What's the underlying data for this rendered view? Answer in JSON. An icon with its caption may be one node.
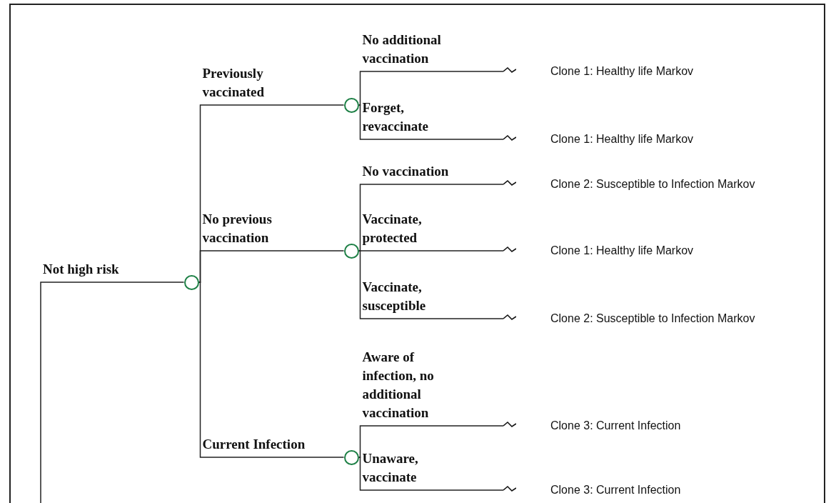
{
  "diagram": {
    "nodes": [
      {
        "text": [],
        "shape": "circle"
      },
      {
        "text": [],
        "shape": "circle"
      },
      {
        "text": [],
        "shape": "circle"
      },
      {
        "text": [],
        "shape": "circle"
      },
      {
        "text": [
          "Clone 1: Healthy life Markov"
        ]
      },
      {
        "text": [
          "Clone 1: Healthy life Markov"
        ]
      },
      {
        "text": [
          "Clone 2: Susceptible to Infection Markov"
        ]
      },
      {
        "text": [
          "Clone 1: Healthy life Markov"
        ]
      },
      {
        "text": [
          "Clone 2: Susceptible to Infection Markov"
        ]
      },
      {
        "text": [
          "Clone 3: Current Infection"
        ]
      },
      {
        "text": [
          "Clone 3: Current Infection"
        ]
      }
    ],
    "edges": [
      {
        "from": null,
        "to": 0,
        "arrow": "none",
        "label": "Not high risk"
      },
      {
        "from": 0,
        "to": 1,
        "arrow": "none",
        "label": "Previously vaccinated"
      },
      {
        "from": 0,
        "to": 2,
        "arrow": "none",
        "label": "No previous vaccination"
      },
      {
        "from": 0,
        "to": 3,
        "arrow": "none",
        "label": "Current Infection"
      },
      {
        "from": 1,
        "to": 4,
        "arrow": "none",
        "label": "No additional vaccination"
      },
      {
        "from": 1,
        "to": 5,
        "arrow": "none",
        "label": "Forget, revaccinate"
      },
      {
        "from": 2,
        "to": 6,
        "arrow": "none",
        "label": "No vaccination"
      },
      {
        "from": 2,
        "to": 7,
        "arrow": "none",
        "label": "Vaccinate, protected"
      },
      {
        "from": 2,
        "to": 8,
        "arrow": "none",
        "label": "Vaccinate, susceptible"
      },
      {
        "from": 3,
        "to": 9,
        "arrow": "none",
        "label": "Aware of infection, no additional vaccination"
      },
      {
        "from": 3,
        "to": 10,
        "arrow": "none",
        "label": "Unaware, vaccinate"
      }
    ]
  }
}
